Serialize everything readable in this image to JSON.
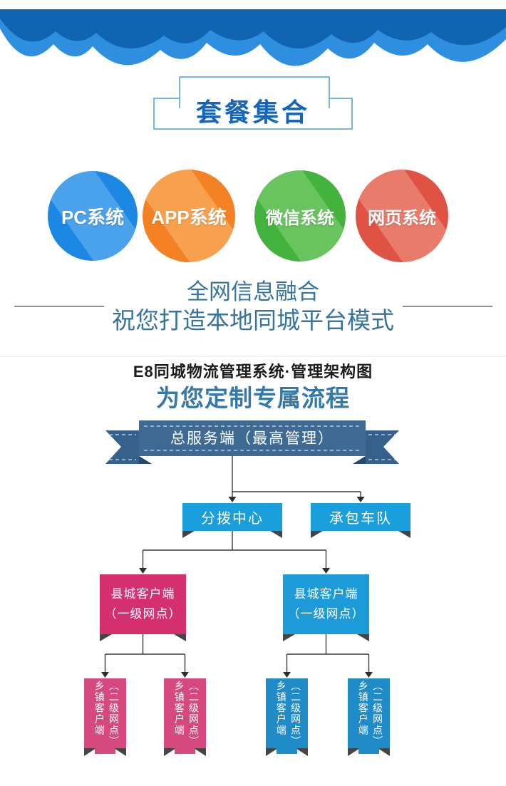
{
  "title_box": {
    "label": "套餐集合"
  },
  "systems": [
    {
      "label": "PC系统",
      "base": "#1d87e4",
      "light": "#4aa1ec"
    },
    {
      "label": "APP系统",
      "base": "#f48224",
      "light": "#f7a04e"
    },
    {
      "label": "微信系统",
      "base": "#44b33e",
      "light": "#68c45e"
    },
    {
      "label": "网页系统",
      "base": "#e05243",
      "light": "#e97b6a"
    }
  ],
  "slogan": {
    "line1": "全网信息融合",
    "line2": "祝您打造本地同城平台模式"
  },
  "section": {
    "title": "E8同城物流管理系统·管理架构图",
    "subtitle": "为您定制专属流程"
  },
  "flowchart": {
    "root_label": "总服务端（最高管理）",
    "dispatch_label": "分拨中心",
    "fleet_label": "承包车队",
    "county_nodes": [
      {
        "line1": "县城客户端",
        "line2": "（一级网点）",
        "color": "#d43070"
      },
      {
        "line1": "县城客户端",
        "line2": "（一级网点）",
        "color": "#1d9ad8"
      }
    ],
    "township_nodes": [
      {
        "main": "乡镇客户端",
        "sub": "（二级网点）",
        "color": "#d5497f"
      },
      {
        "main": "乡镇客户端",
        "sub": "（二级网点）",
        "color": "#d5497f"
      },
      {
        "main": "乡镇客户端",
        "sub": "（二级网点）",
        "color": "#1f8cc8"
      },
      {
        "main": "乡镇客户端",
        "sub": "（二级网点）",
        "color": "#1f8cc8"
      }
    ]
  },
  "colors": {
    "wave_dark": "#1064b1",
    "wave_light": "#2e8fe0",
    "frame_border": "#4a9ddb",
    "title_text": "#1565bd",
    "slogan_text": "#36749d",
    "section_title_text": "#1c1c1c",
    "subtitle_text": "#3579a8",
    "ribbon_body": "#3e6a94",
    "ribbon_tail": "#35618c",
    "ribbon_fold": "#26486d",
    "flow_blue": "#199fdb",
    "connector": "#3a3a3a",
    "corner_fold": "#454545"
  }
}
